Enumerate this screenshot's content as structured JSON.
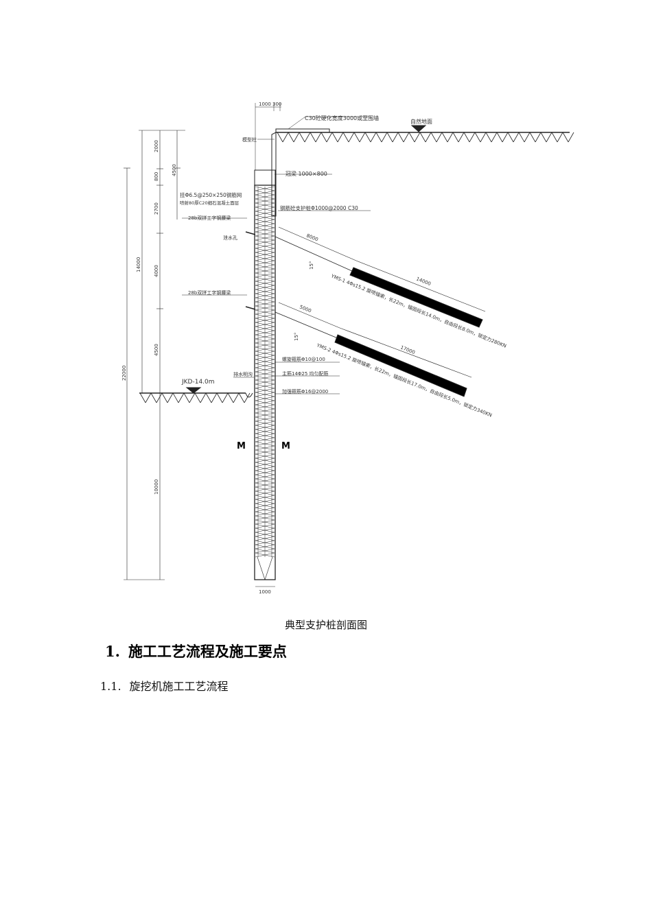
{
  "drawing": {
    "top_dims": [
      "1000",
      "300"
    ],
    "top_note": "C30砼硬化宽度3000或至围墙",
    "ground_label": "自然地面",
    "left_dims": [
      "2000",
      "800",
      "2700",
      "4000",
      "4500",
      "4500"
    ],
    "overall_dims": [
      "14000",
      "22000",
      "10000"
    ],
    "labels": {
      "crown_beam_pile": "模型柱",
      "crown_beam": "冠梁 1000×800",
      "mesh_1": "挂Φ6.5@250×250钢筋网",
      "mesh_2": "喷射80厚C20细石混凝土面层",
      "pile": "钢筋砼支护桩Φ1000@2000 C30",
      "waler_1": "28b双拼工字钢腰梁",
      "drain_hole": "泄水孔",
      "waler_2": "28b双拼工字钢腰梁",
      "drain_ditch": "排水明沟",
      "excavation": "JKD-14.0m",
      "spiral": "螺旋箍筋Φ10@100",
      "main_rebar": "主筋14Φ25 均匀配筋",
      "stiff_rebar": "加强箍筋Φ16@2000",
      "section_mark": "M",
      "pile_width": "1000"
    },
    "anchor1": {
      "free_len": "8000",
      "bond_len": "14000",
      "angle": "15°",
      "desc": "YMS-1 4Φs15.2 旋喷锚索，长22m，锚固段长14.0m，自由段长8.0m，锁定力280KN"
    },
    "anchor2": {
      "free_len": "5000",
      "bond_len": "17000",
      "angle": "15°",
      "desc": "YMS-2 4Φs15.2 旋喷锚索，长22m，锚固段长17.0m，自由段长5.0m，锁定力340KN"
    }
  },
  "caption": "典型支护桩剖面图",
  "heading1": {
    "number": "1.",
    "text": "施工工艺流程及施工要点"
  },
  "heading2": {
    "number": "1.1.",
    "text": "旋挖机施工工艺流程"
  }
}
